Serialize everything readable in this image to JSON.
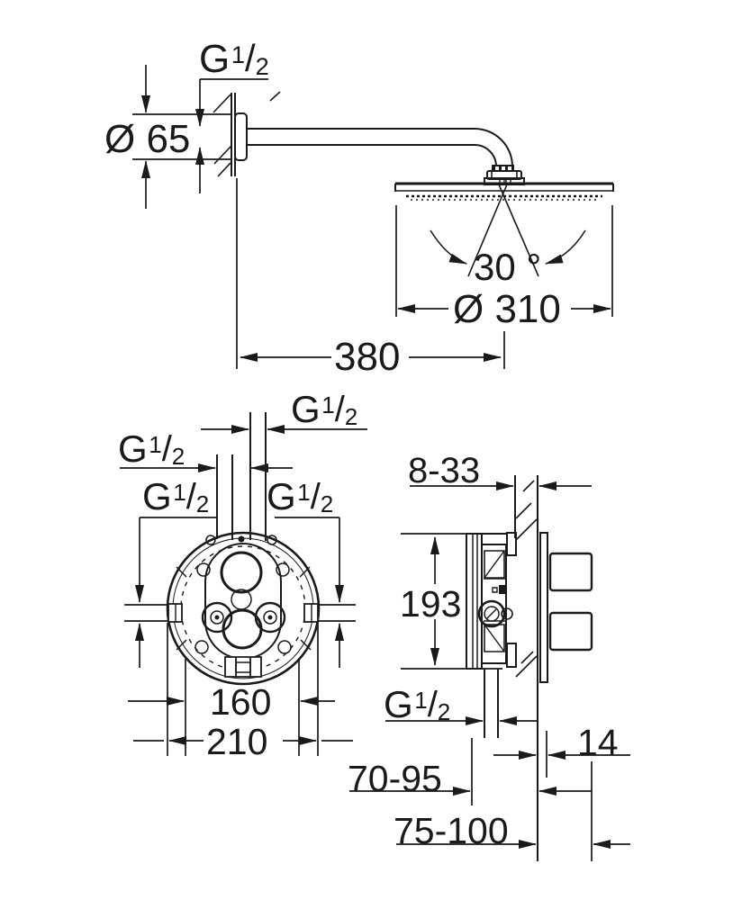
{
  "drawing": {
    "type": "technical-dimension-drawing",
    "subject": "head shower with shower arm and concealed thermostat rough-in (front and side views)",
    "colors": {
      "ink": "#1a1a1a",
      "background": "#ffffff"
    }
  },
  "g_half": {
    "prefix": "G",
    "numerator": "1",
    "slash": "/",
    "denominator": "2"
  },
  "labels": {
    "escutcheon_diameter": "Ø 65",
    "head_swivel_angle": "30 °",
    "head_diameter": "Ø 310",
    "arm_projection": "380",
    "port_spacing": "160",
    "body_diameter": "210",
    "wall_depth_range": "8-33",
    "body_height": "193",
    "trim_plate_thickness": "14",
    "install_depth_min": "70-95",
    "install_depth_max": "75-100"
  }
}
